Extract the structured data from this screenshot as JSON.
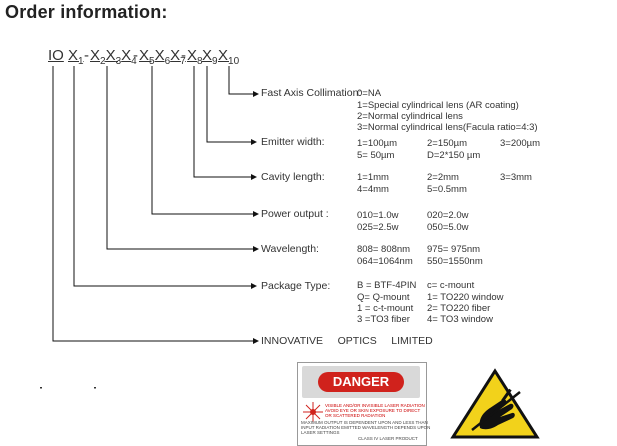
{
  "title": "Order information:",
  "code": {
    "prefix": "IO",
    "x1": "1",
    "x2x4": [
      "2",
      "3",
      "4"
    ],
    "x5x7": [
      "5",
      "6",
      "7"
    ],
    "x8": "8",
    "x9": "9",
    "x10": "10",
    "letter": "X",
    "dash": "-"
  },
  "fields": [
    {
      "label": "Fast Axis Collimation:",
      "options": [
        "0=NA",
        "1=Special  cylindrical  lens (AR coating)",
        "2=Normal  cylindrical  lens",
        "3=Normal  cylindrical  lens(Facula ratio=4:3)"
      ]
    },
    {
      "label": "Emitter width:",
      "options": [
        "1=100µm",
        "2=150µm",
        "3=200µm",
        "5= 50µm",
        "D=2*150 µm"
      ]
    },
    {
      "label": "Cavity length:",
      "options": [
        "1=1mm",
        "2=2mm",
        "3=3mm",
        "4=4mm",
        "5=0.5mm"
      ]
    },
    {
      "label": "Power output :",
      "options": [
        "010=1.0w",
        "020=2.0w",
        "025=2.5w",
        "050=5.0w"
      ]
    },
    {
      "label": "Wavelength:",
      "options": [
        "808= 808nm",
        "975= 975nm",
        "064=1064nm",
        "550=1550nm"
      ]
    },
    {
      "label": "Package Type:",
      "options": [
        "B = BTF-4PIN",
        "c= c-mount",
        "Q= Q-mount",
        "1= TO220 window",
        "1 = c-t-mount",
        "2= TO220 fiber",
        "3 =TO3 fiber",
        "4= TO3 window"
      ]
    },
    {
      "label": "INNOVATIVE     OPTICS     LIMITED",
      "options": []
    }
  ],
  "danger": {
    "heading": "DANGER",
    "line1": "VISIBLE AND/OR INVISIBLE LASER RADIATION",
    "line2": "AVOID EYE OR SKIN EXPOSURE TO DIRECT",
    "line3": "OR SCATTERED RADIATION",
    "line4": "MAXIMUM OUTPUT IS DEPENDENT UPON AND LESS THAN",
    "line5": "INPUT RADIATION EMITTED WAVELENGTH DEPENDS UPON",
    "line6": "LASER SETTINGS",
    "line7": "CLASS IV LASER PRODUCT"
  },
  "colors": {
    "danger_red": "#d0221c",
    "esd_yellow": "#f2d21b"
  },
  "icons": [
    "laser-warning-icon",
    "esd-warning-icon"
  ]
}
